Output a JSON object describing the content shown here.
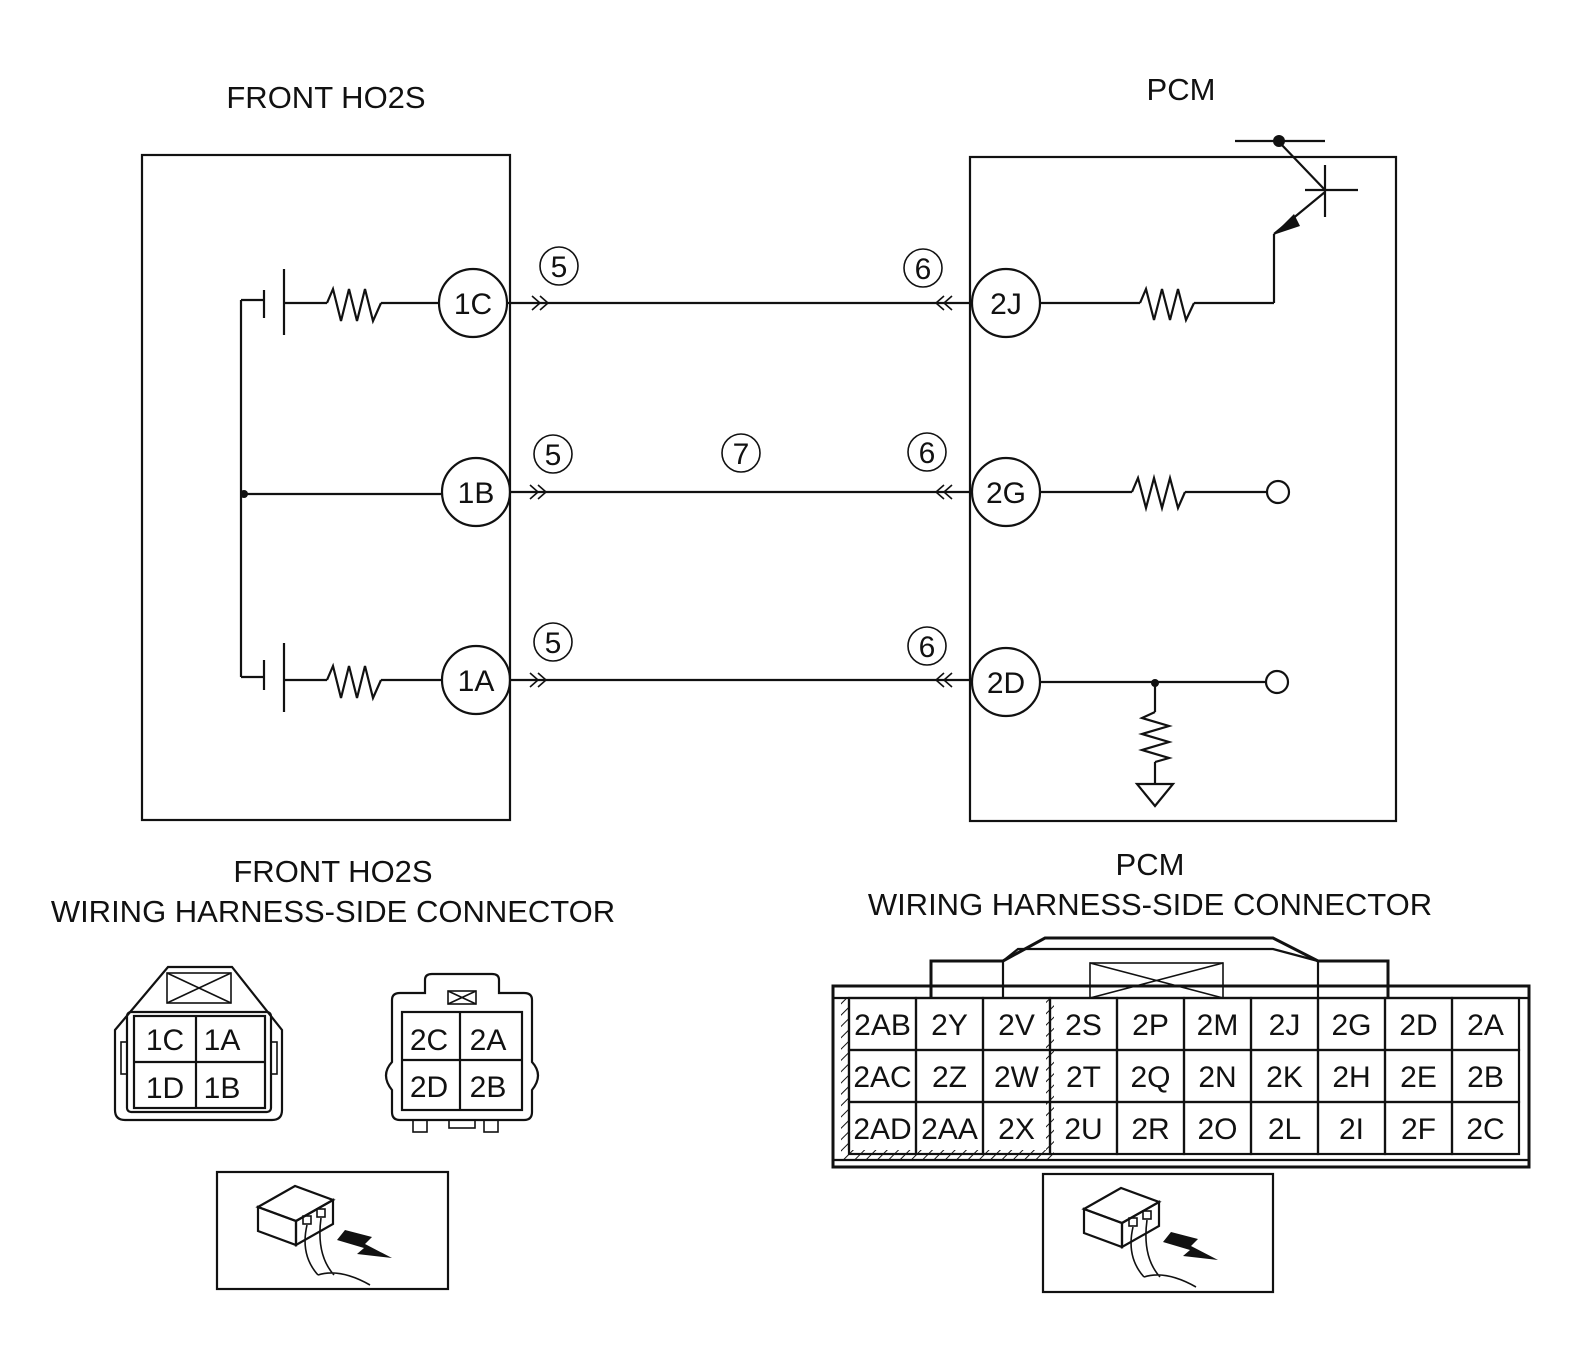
{
  "titles": {
    "front_ho2s": "FRONT HO2S",
    "pcm": "PCM",
    "front_connector_line1": "FRONT HO2S",
    "front_connector_line2": "WIRING HARNESS-SIDE CONNECTOR",
    "pcm_connector_line1": "PCM",
    "pcm_connector_line2": "WIRING HARNESS-SIDE CONNECTOR"
  },
  "ho2s_terminals": [
    "1C",
    "1B",
    "1A"
  ],
  "pcm_terminals": [
    "2J",
    "2G",
    "2D"
  ],
  "wire_markers": {
    "left": [
      "5",
      "5",
      "5"
    ],
    "right": [
      "6",
      "6",
      "6"
    ],
    "middle": "7"
  },
  "front_connector_pins": [
    "1C",
    "1A",
    "1D",
    "1B"
  ],
  "second_connector_pins": [
    "2C",
    "2A",
    "2D",
    "2B"
  ],
  "pcm_connector_pins": [
    [
      "2AB",
      "2Y",
      "2V",
      "2S",
      "2P",
      "2M",
      "2J",
      "2G",
      "2D",
      "2A"
    ],
    [
      "2AC",
      "2Z",
      "2W",
      "2T",
      "2Q",
      "2N",
      "2K",
      "2H",
      "2E",
      "2B"
    ],
    [
      "2AD",
      "2AA",
      "2X",
      "2U",
      "2R",
      "2O",
      "2L",
      "2I",
      "2F",
      "2C"
    ]
  ]
}
